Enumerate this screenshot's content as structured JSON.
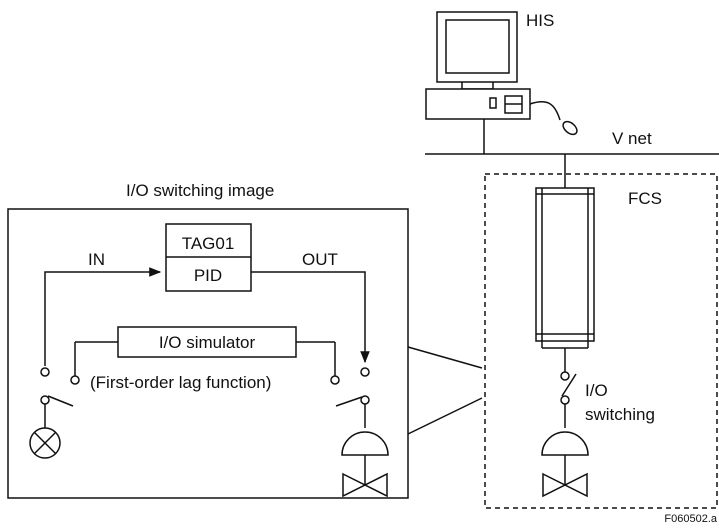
{
  "labels": {
    "his": "HIS",
    "vnet": "V net",
    "fcs": "FCS",
    "io_switching_image": "I/O switching image",
    "tag": "TAG01",
    "pid": "PID",
    "in": "IN",
    "out": "OUT",
    "io_simulator": "I/O simulator",
    "first_order_lag": "(First-order lag function)",
    "io_switch_line1": "I/O",
    "io_switch_line2": "switching",
    "figure_id": "F060502.a"
  },
  "colors": {
    "stroke": "#111111",
    "background": "#ffffff"
  }
}
